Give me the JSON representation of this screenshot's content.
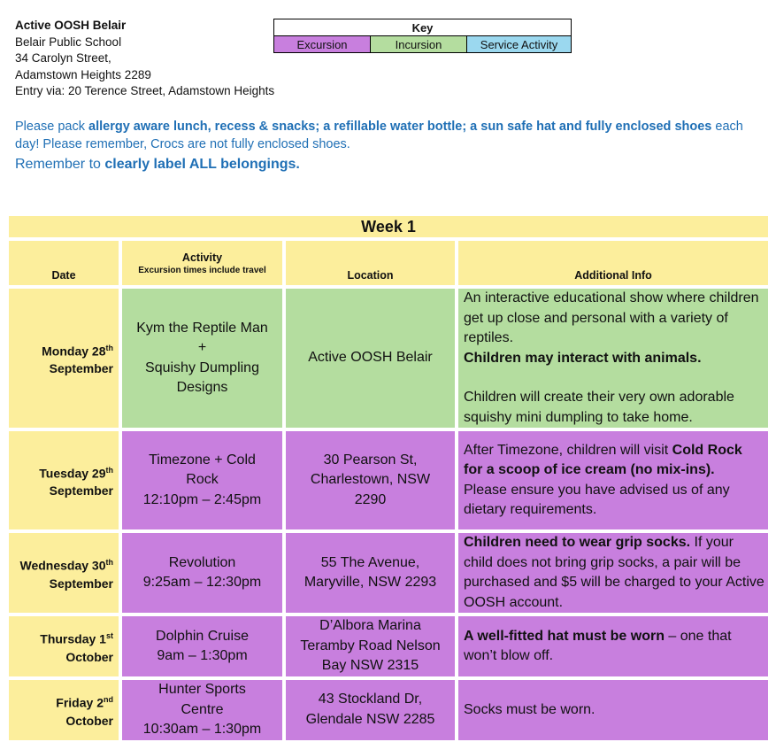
{
  "address": {
    "name": "Active OOSH Belair",
    "line1": "Belair Public School",
    "line2": "34 Carolyn Street,",
    "line3": "Adamstown Heights 2289",
    "line4": "Entry via: 20 Terence Street, Adamstown Heights"
  },
  "key": {
    "title": "Key",
    "items": [
      {
        "label": "Excursion",
        "color": "#c87fde"
      },
      {
        "label": "Incursion",
        "color": "#b4dd9f"
      },
      {
        "label": "Service Activity",
        "color": "#9bd8ef"
      }
    ]
  },
  "notice": {
    "p1_a": "Please pack ",
    "p1_b": "allergy aware lunch, recess & snacks; a refillable water bottle; a sun safe hat and fully enclosed shoes",
    "p1_c": " each day! Please remember, Crocs are not fully enclosed shoes.",
    "p2_a": "Remember to ",
    "p2_b": "clearly label ALL belongings."
  },
  "schedule": {
    "week_title": "Week 1",
    "headers": {
      "date": "Date",
      "activity": "Activity",
      "activity_sub": "Excursion times include travel",
      "location": "Location",
      "info": "Additional Info"
    },
    "rows": [
      {
        "day": "Monday 28",
        "ord": "th",
        "month": "September",
        "act1": "Kym the Reptile Man",
        "act2": "+",
        "act3": "Squishy Dumpling",
        "act4": "Designs",
        "location": "Active OOSH Belair",
        "info1": "An interactive educational show where children get up close and personal with a variety of reptiles.",
        "info2": "Children may interact with animals.",
        "info3": "Children will create their very own adorable squishy mini dumpling to take home."
      },
      {
        "day": "Tuesday 29",
        "ord": "th",
        "month": "September",
        "act1": "Timezone + Cold",
        "act2": "Rock",
        "act3": "12:10pm – 2:45pm",
        "loc1": "30 Pearson St,",
        "loc2": "Charlestown, NSW",
        "loc3": "2290",
        "info1": "After Timezone, children will visit ",
        "info2": "Cold Rock for a scoop of ice cream (no mix-ins).",
        "info3": "Please ensure you have advised us of any dietary requirements."
      },
      {
        "day": "Wednesday 30",
        "ord": "th",
        "month": "September",
        "act1": "Revolution",
        "act2": "9:25am – 12:30pm",
        "loc1": "55 The Avenue,",
        "loc2": "Maryville, NSW 2293",
        "info1": "Children need to wear grip socks.",
        "info2": " If your child does not bring grip socks, a pair will be purchased and $5 will be charged to your Active OOSH account."
      },
      {
        "day": "Thursday 1",
        "ord": "st",
        "month": "October",
        "act1": "Dolphin Cruise",
        "act2": "9am – 1:30pm",
        "loc1": "D’Albora Marina",
        "loc2": "Teramby Road Nelson",
        "loc3": "Bay NSW 2315",
        "info1": "A well-fitted hat must be worn",
        "info2": " – one that won’t blow off."
      },
      {
        "day": "Friday 2",
        "ord": "nd",
        "month": "October",
        "act1": "Hunter Sports",
        "act2": "Centre",
        "act3": "10:30am – 1:30pm",
        "loc1": "43 Stockland Dr,",
        "loc2": "Glendale NSW 2285",
        "info1": "Socks must be worn."
      }
    ]
  }
}
